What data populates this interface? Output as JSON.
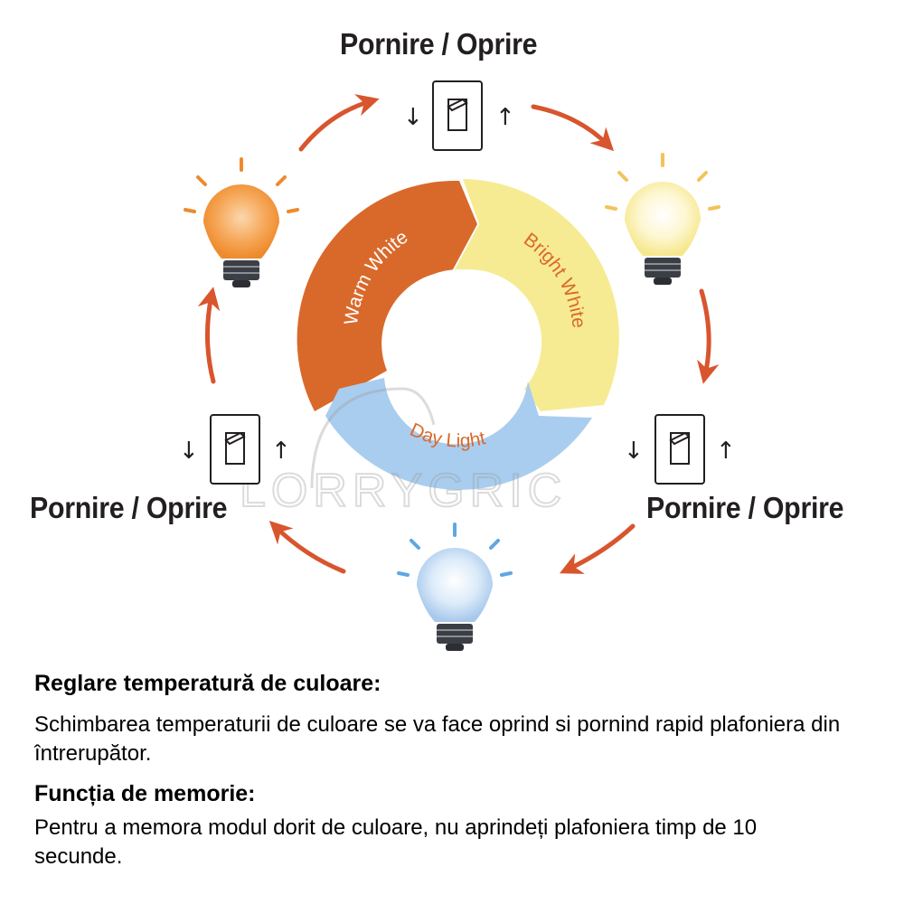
{
  "colors": {
    "warm": "#d9692a",
    "bright": "#f6eb92",
    "day": "#a9cdee",
    "arrow": "#d8552e",
    "text": "#231f20"
  },
  "diagram": {
    "switch_labels": {
      "top": "Pornire / Oprire",
      "left": "Pornire / Oprire",
      "right": "Pornire / Oprire"
    },
    "ring_segments": {
      "warm": "Warm White",
      "bright": "Bright White",
      "day": "Day Light"
    },
    "watermark": "LORRYGRIC",
    "icons": [
      "bulb-warm-icon",
      "bulb-bright-icon",
      "bulb-daylight-icon",
      "light-switch-icon",
      "arrow-down-icon",
      "arrow-up-icon"
    ]
  },
  "sections": [
    {
      "title": "Reglare temperatură de culoare:",
      "body": "Schimbarea temperaturii de culoare se va face oprind si pornind rapid plafoniera din întrerupător."
    },
    {
      "title": "Funcția de memorie:",
      "body": "Pentru a memora modul dorit de culoare, nu aprindeți plafoniera timp de 10 secunde."
    }
  ]
}
